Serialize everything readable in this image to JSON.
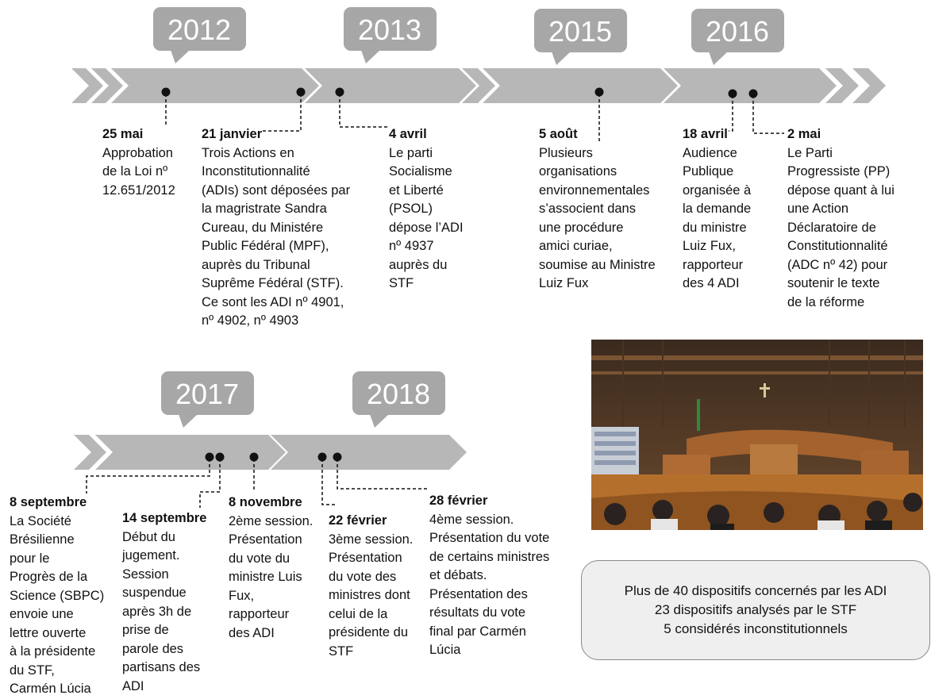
{
  "timeline": {
    "years": [
      "2012",
      "2013",
      "2015",
      "2016",
      "2017",
      "2018"
    ],
    "events": [
      {
        "date": "25 mai",
        "text": "Approbation\nde la Loi nº\n12.651/2012"
      },
      {
        "date": "21 janvier",
        "text": "Trois Actions en\nInconstitutionnalité\n(ADIs) sont déposées par\nla magristrate Sandra\nCureau, du Ministére\nPublic Fédéral (MPF),\nauprès du Tribunal\nSuprême Fédéral (STF).\nCe sont les ADI nº 4901,\nnº 4902, nº 4903"
      },
      {
        "date": "4 avril",
        "text": "Le parti\nSocialisme\net Liberté\n(PSOL)\ndépose l’ADI\nnº 4937\nauprès du\nSTF"
      },
      {
        "date": "5 août",
        "text": "Plusieurs\norganisations\nenvironnementales\ns’associent dans\nune procédure\namici curiae,\nsoumise au Ministre\nLuiz Fux"
      },
      {
        "date": "18 avril",
        "text": "Audience\nPublique\norganisée à\nla demande\ndu ministre\nLuiz Fux,\nrapporteur\ndes 4 ADI"
      },
      {
        "date": "2 mai",
        "text": "Le Parti\nProgressiste (PP)\ndépose quant à lui\nune Action\nDéclaratoire de\nConstitutionnalité\n(ADC nº 42) pour\nsoutenir le texte\nde la réforme"
      },
      {
        "date": "8 septembre",
        "text": "La Société\nBrésilienne\npour le\nProgrès de la\nScience (SBPC)\nenvoie une\nlettre ouverte\nà la présidente\ndu STF,\nCarmén Lúcia"
      },
      {
        "date": "14 septembre",
        "text": "Début du\njugement.\nSession\nsuspendue\naprès 3h de\nprise de\nparole des\npartisans des\nADI"
      },
      {
        "date": "8 novembre",
        "text": "2ème session.\nPrésentation\ndu vote du\nministre Luis\nFux,\nrapporteur\ndes ADI"
      },
      {
        "date": "22 février",
        "text": "3ème session.\nPrésentation\ndu vote des\nministres dont\ncelui de la\nprésidente du\nSTF"
      },
      {
        "date": "28 février",
        "text": "4ème session.\nPrésentation du vote\nde certains ministres\net débats.\nPrésentation des\nrésultats du vote\nfinal par Carmén\nLúcia"
      }
    ]
  },
  "summary": {
    "line1": "Plus de 40 dispositifs concernés par les ADI",
    "line2": "23 dispositifs analysés par le STF",
    "line3": "5 considérés inconstitutionnels"
  },
  "colors": {
    "arrow": "#b7b7b7",
    "bubble": "#a7a7a7",
    "dot": "#111111"
  },
  "photo": {
    "icon": "courtroom-photo"
  }
}
